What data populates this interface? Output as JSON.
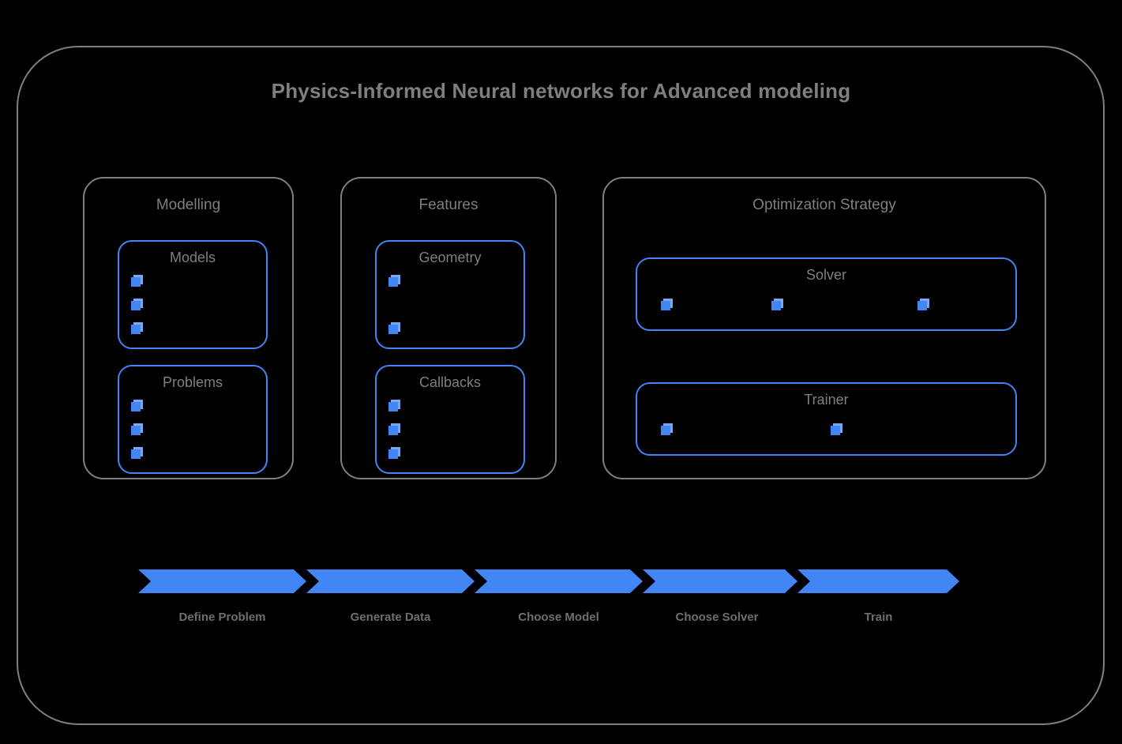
{
  "diagram": {
    "title": "Physics-Informed Neural networks for Advanced modeling",
    "colors": {
      "background": "#000000",
      "frame_border": "#808080",
      "accent_blue": "#4285f4",
      "accent_blue_light": "#7ba7f0",
      "text_gray": "#7f7f7f"
    }
  },
  "groups": [
    {
      "title": "Modelling",
      "boxes": [
        {
          "title": "Models",
          "item_count": 3,
          "item_icon": "cube-icon"
        },
        {
          "title": "Problems",
          "item_count": 3,
          "item_icon": "cube-icon"
        }
      ]
    },
    {
      "title": "Features",
      "boxes": [
        {
          "title": "Geometry",
          "item_count": 2,
          "item_icon": "cube-icon"
        },
        {
          "title": "Callbacks",
          "item_count": 3,
          "item_icon": "cube-icon"
        }
      ]
    },
    {
      "title": "Optimization Strategy",
      "boxes": [
        {
          "title": "Solver",
          "item_count": 3,
          "item_icon": "cube-icon"
        },
        {
          "title": "Trainer",
          "item_count": 2,
          "item_icon": "cube-icon"
        }
      ]
    }
  ],
  "pipeline": {
    "steps": [
      {
        "label": "Define Problem"
      },
      {
        "label": "Generate Data"
      },
      {
        "label": "Choose Model"
      },
      {
        "label": "Choose Solver"
      },
      {
        "label": "Train"
      }
    ]
  }
}
